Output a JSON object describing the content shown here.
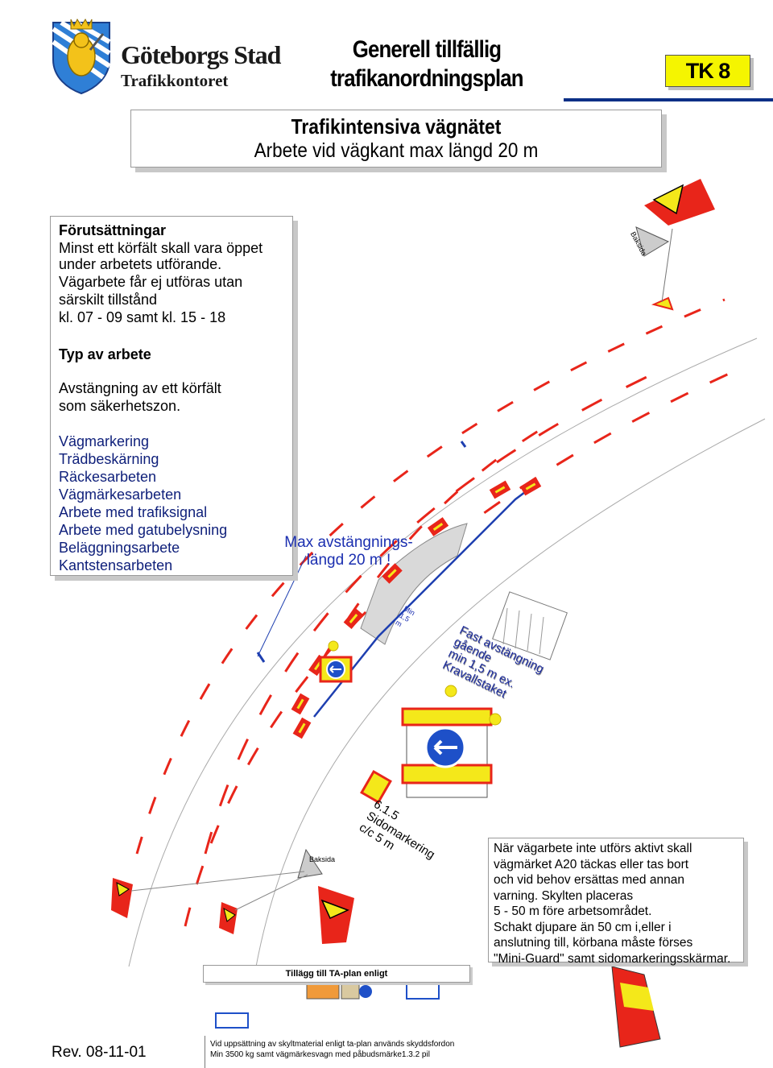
{
  "header": {
    "org_name": "Göteborgs Stad",
    "department": "Trafikkontoret",
    "plan_title_line1": "Generell tillfällig",
    "plan_title_line2": "trafikanordningsplan",
    "plan_code": "TK 8"
  },
  "subtitle": {
    "line1": "Trafikintensiva vägnätet",
    "line2": "Arbete vid vägkant max längd 20 m"
  },
  "info": {
    "prereq_heading": "Förutsättningar",
    "prereq_lines": [
      "Minst ett körfält skall vara öppet",
      "under arbetets utförande.",
      "Vägarbete får ej utföras utan",
      "särskilt tillstånd",
      "kl. 07 - 09 samt kl. 15 - 18"
    ],
    "worktype_heading": "Typ av arbete",
    "worktype_lines": [
      "Avstängning av ett körfält",
      "som säkerhetszon."
    ],
    "work_items": [
      "Vägmarkering",
      "Trädbeskärning",
      "Räckesarbeten",
      "Vägmärkesarbeten",
      "Arbete med trafiksignal",
      "Arbete med gatubelysning",
      "Beläggningsarbete",
      "Kantstensarbeten"
    ]
  },
  "diagram_labels": {
    "max_length_line1": "Max avstängnings-",
    "max_length_line2": "längd  20 m !",
    "min_gap_line1": "Min",
    "min_gap_line2": "1,5",
    "min_gap_line3": "m",
    "fixed_closure_line1": "Fast avstängning gående",
    "fixed_closure_line2": "min 1,5 m ex. Kravallstaket",
    "side_marking_line1": "6.1.5 Sidomarkering",
    "side_marking_line2": "c/c   5 m",
    "backside_label_top": "Baksida",
    "backside_label_bottom": "Baksida"
  },
  "note": {
    "lines": [
      "När vägarbete inte utförs aktivt skall",
      "vägmärket A20 täckas eller tas bort",
      "och vid behov ersättas med annan",
      "varning. Skylten placeras",
      "5 - 50 m före arbetsområdet.",
      "Schakt djupare än 50 cm i,eller i",
      "anslutning till, körbana måste förses",
      "\"Mini-Guard\" samt sidomarkeringsskärmar."
    ]
  },
  "footer": {
    "addition_label": "Tillägg till TA-plan enligt",
    "revision": "Rev. 08-11-01",
    "footnote_line1": "Vid uppsättning av skyltmaterial enligt ta-plan används skyddsfordon",
    "footnote_line2": "Min 3500 kg samt vägmärkesvagn med påbudsmärke1.3.2 pil"
  },
  "colors": {
    "lane_marking_red": "#e8251a",
    "barrier_yellow": "#f4e81a",
    "sign_blue": "#1e50c8",
    "title_rule_blue": "#0b2f86",
    "label_blue": "#1b2fb0",
    "plan_code_yellow": "#f5f500"
  },
  "icons": [
    "city-crest-icon",
    "roadwork-sign-icon",
    "keep-left-sign-icon",
    "warning-light-icon",
    "barrier-icon",
    "crowd-fence-icon",
    "guard-vehicle-icon"
  ]
}
